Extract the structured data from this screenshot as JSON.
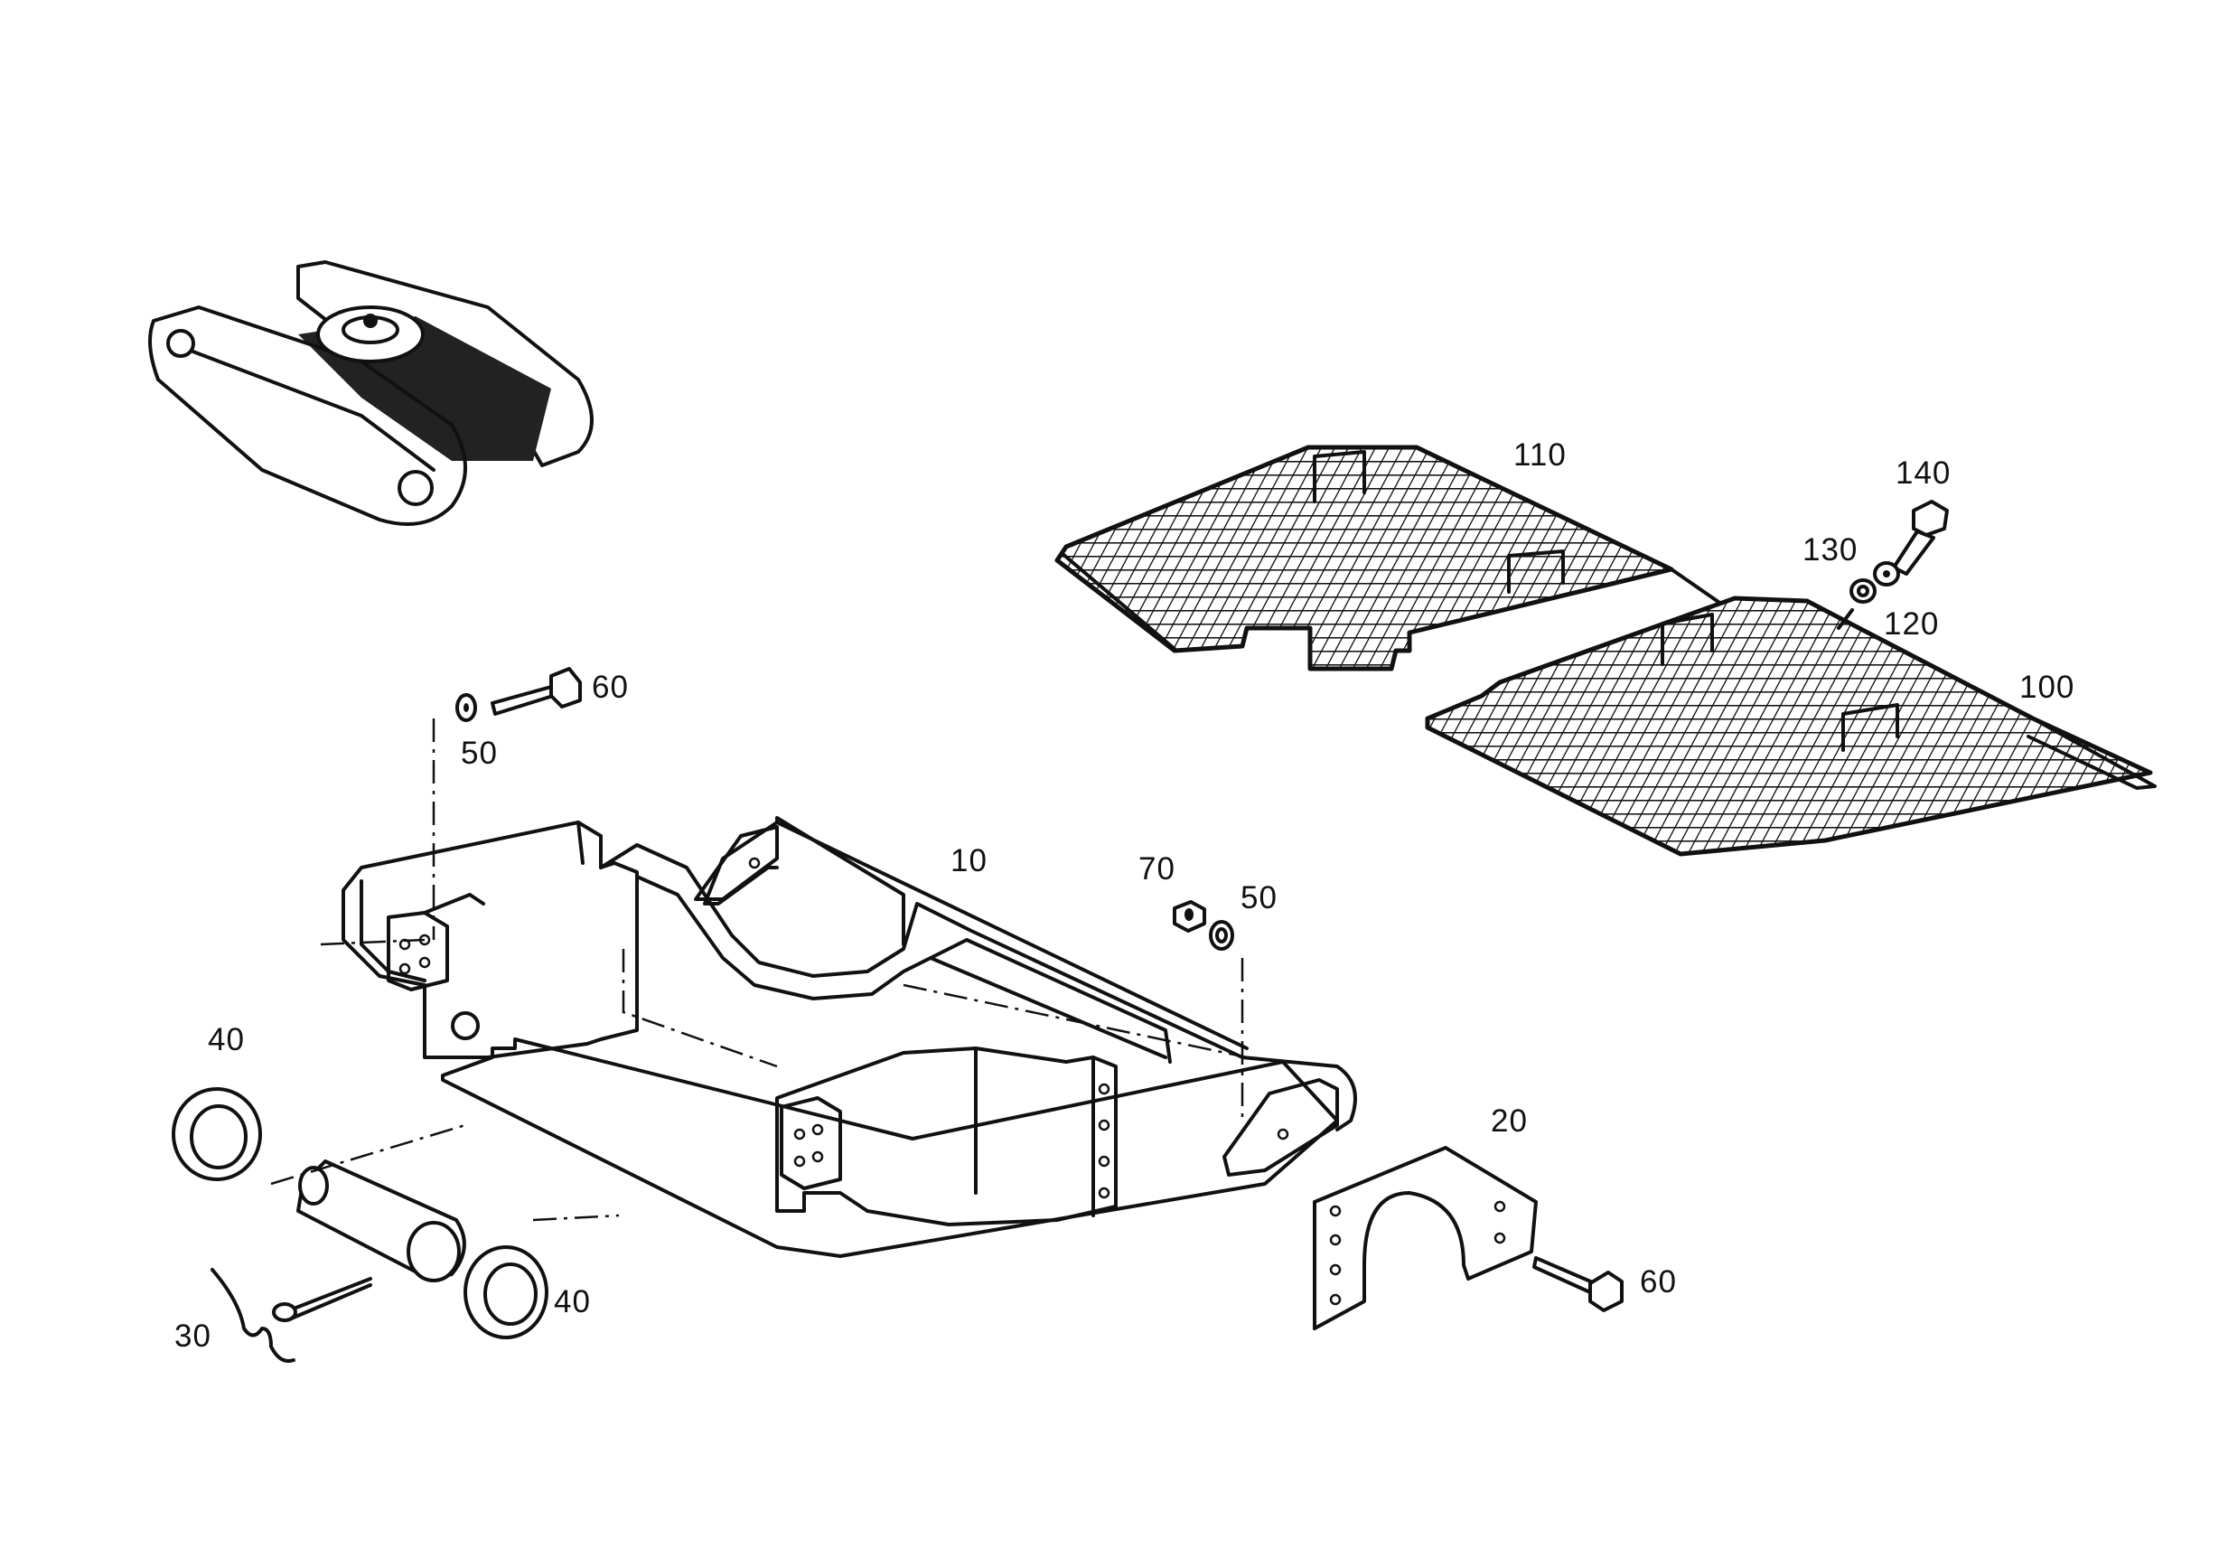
{
  "callouts": {
    "p10": "10",
    "p20": "20",
    "p30": "30",
    "p40a": "40",
    "p40b": "40",
    "p50a": "50",
    "p50b": "50",
    "p60a": "60",
    "p60b": "60",
    "p70": "70",
    "p100": "100",
    "p110": "110",
    "p120": "120",
    "p130": "130",
    "p140": "140"
  },
  "icons": {
    "overview": "crawler-undercarriage-icon"
  }
}
